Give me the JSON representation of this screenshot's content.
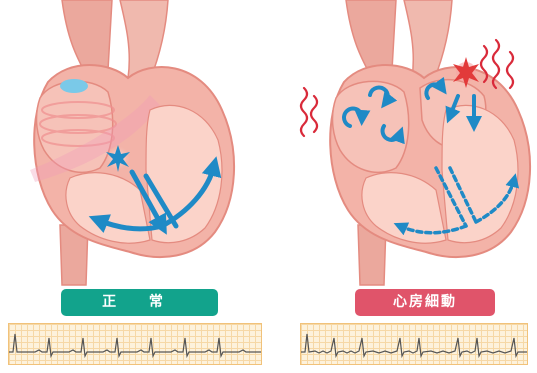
{
  "panels": {
    "normal": {
      "label": "正 常"
    },
    "af": {
      "label": "心房細動"
    }
  },
  "colors": {
    "heart_fill": "#f3b3a8",
    "heart_inner": "#fbd3c9",
    "heart_outline": "#e48b80",
    "vessel": "#eba89d",
    "arrow": "#1f8ac6",
    "spark_normal": "#1f8ac6",
    "spark_af": "#e23a3a",
    "wave": "#d92a3a",
    "label_normal": "#12a38c",
    "label_af": "#e0546a",
    "ecg_bg": "#fdf2dc",
    "ecg_line": "#555555"
  },
  "icons": [
    "heart-illustration",
    "pacemaker-spark-icon",
    "ectopic-spark-icon",
    "flow-arrow-icon",
    "tremor-wave-icon"
  ]
}
